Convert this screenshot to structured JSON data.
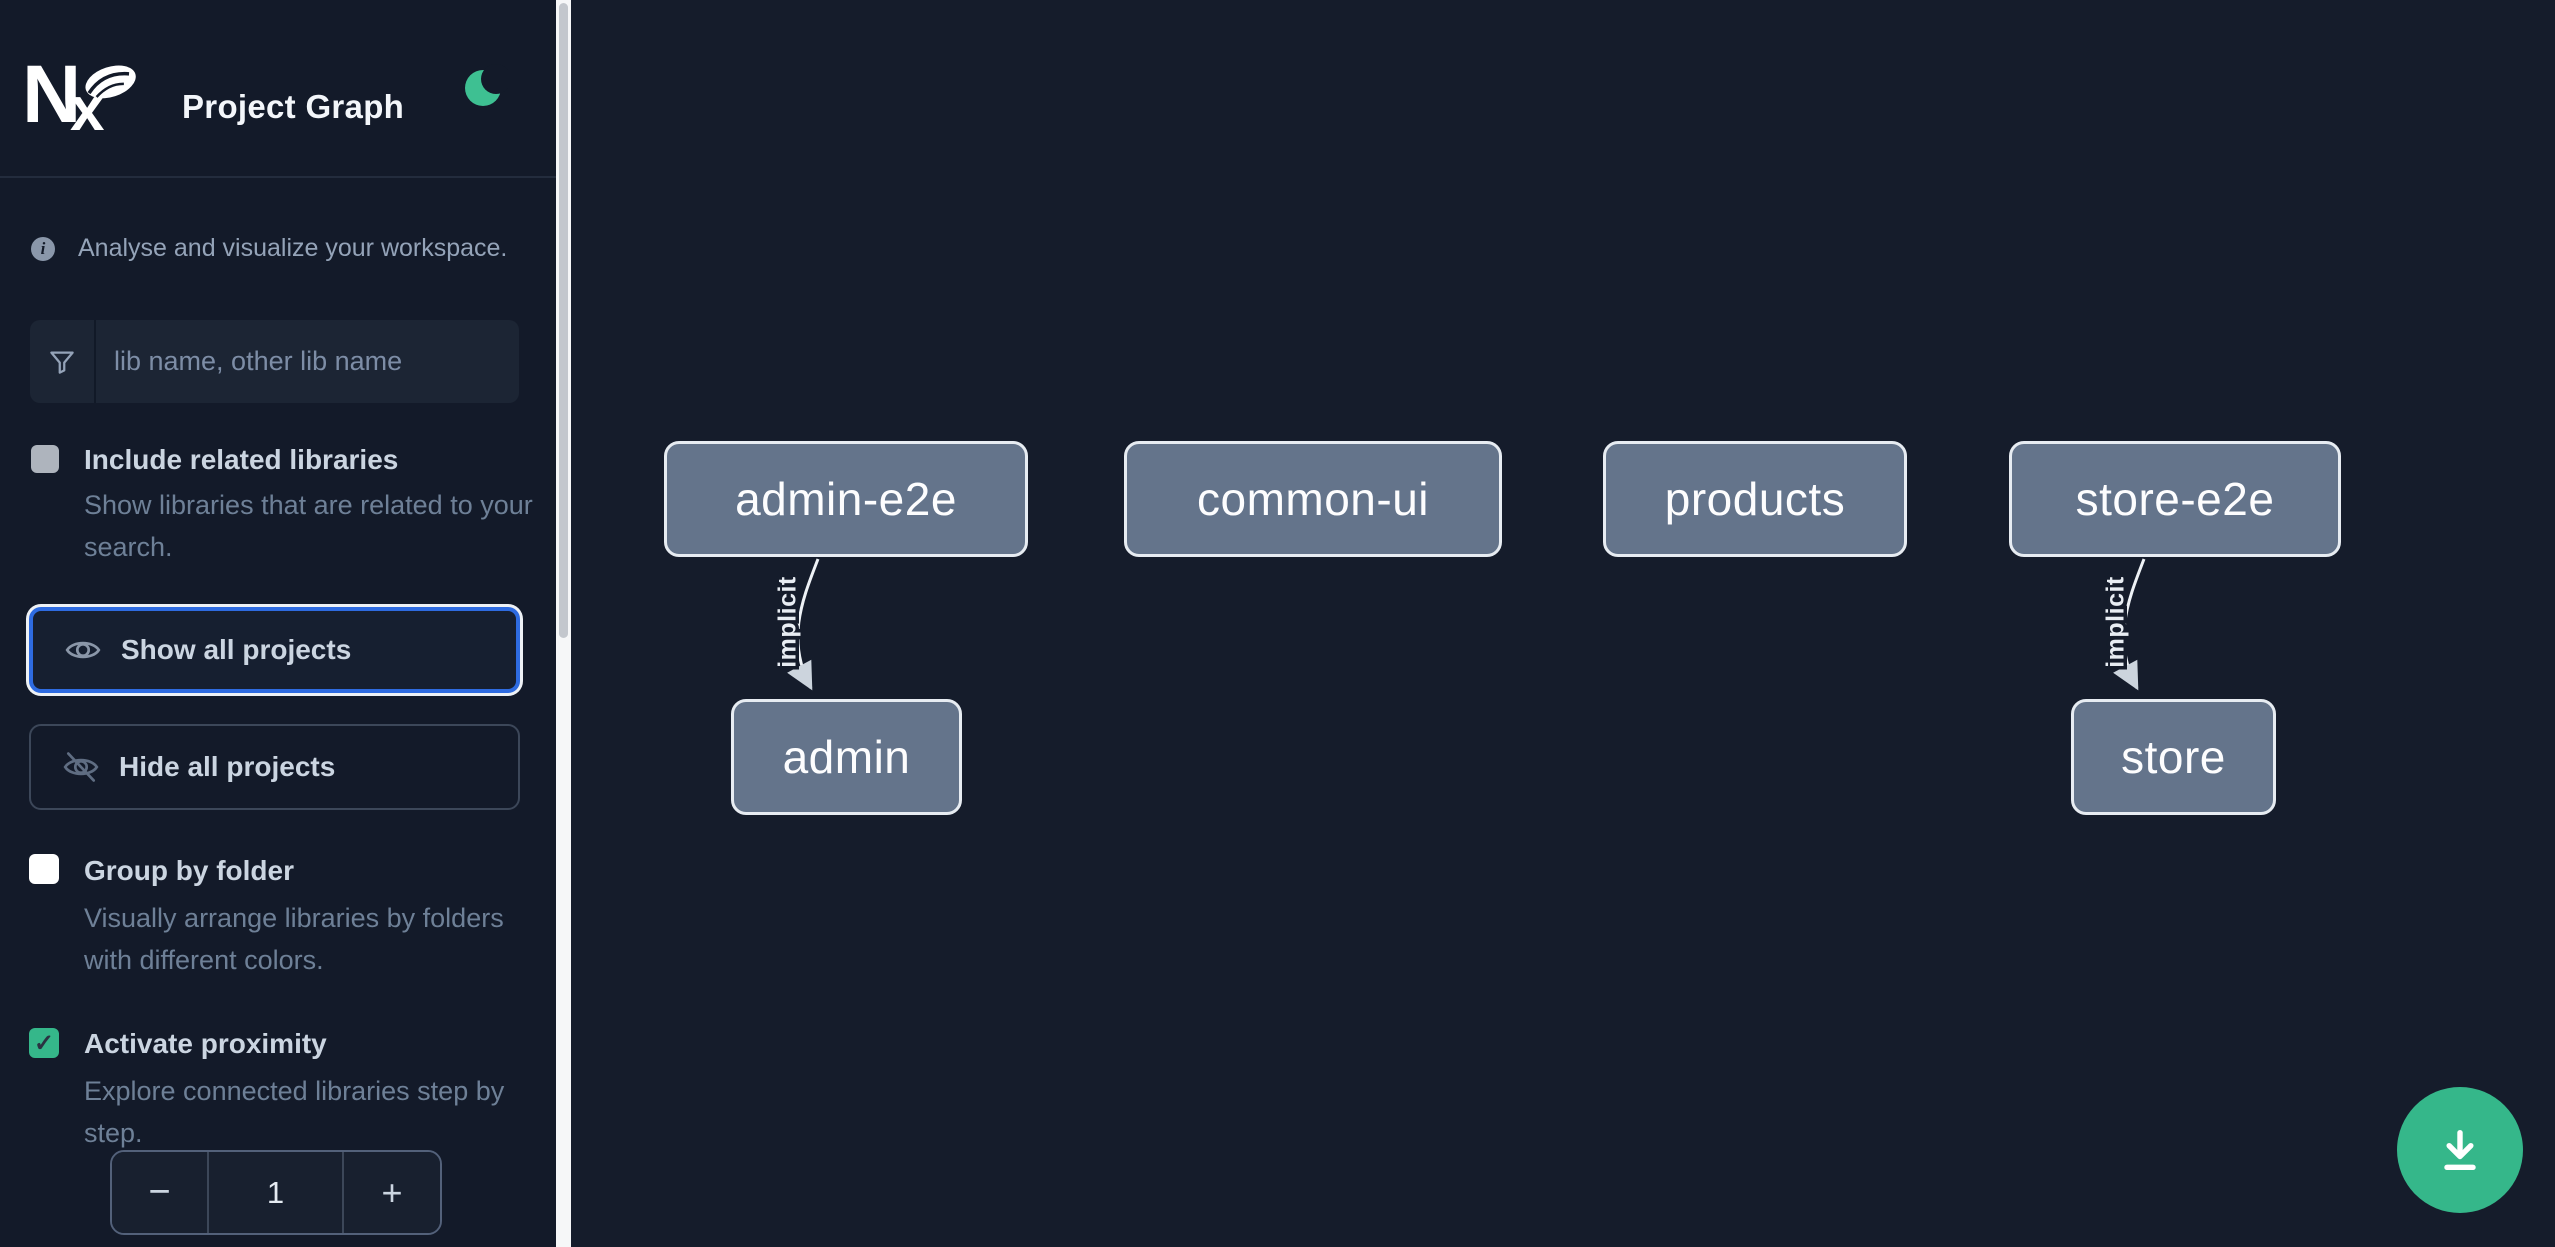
{
  "app": {
    "title": "Project Graph"
  },
  "header": {
    "logo": "Nx",
    "theme_toggle_icon": "moon-icon"
  },
  "sidebar": {
    "tagline": "Analyse and visualize your workspace.",
    "search": {
      "icon": "filter-funnel-icon",
      "placeholder": "lib name, other lib name",
      "value": ""
    },
    "options": [
      {
        "label": "Include related libraries",
        "description": "Show libraries that are related to your search.",
        "checked": false
      },
      {
        "label": "Group by folder",
        "description": "Visually arrange libraries by folders with different colors.",
        "checked": false
      },
      {
        "label": "Activate proximity",
        "description": "Explore connected libraries step by step.",
        "checked": true
      }
    ],
    "actions": [
      {
        "label": "Show all projects",
        "icon": "eye-icon",
        "focused": true
      },
      {
        "label": "Hide all projects",
        "icon": "eye-off-icon",
        "focused": false
      }
    ],
    "proximity_stepper": {
      "decrease": "−",
      "value": "1",
      "increase": "+"
    }
  },
  "graph": {
    "nodes": [
      {
        "id": "admin-e2e",
        "label": "admin-e2e"
      },
      {
        "id": "common-ui",
        "label": "common-ui"
      },
      {
        "id": "products",
        "label": "products"
      },
      {
        "id": "store-e2e",
        "label": "store-e2e"
      },
      {
        "id": "admin",
        "label": "admin"
      },
      {
        "id": "store",
        "label": "store"
      }
    ],
    "edges": [
      {
        "from": "admin-e2e",
        "to": "admin",
        "label": "implicit",
        "type": "implicit"
      },
      {
        "from": "store-e2e",
        "to": "store",
        "label": "implicit",
        "type": "implicit"
      }
    ]
  },
  "fab": {
    "icon": "download-icon"
  },
  "colors": {
    "sidebar_bg": "#131a29",
    "canvas_bg": "#151c2b",
    "accent_green": "#35b78a",
    "moon_green": "#3ec092",
    "focus_blue": "#2e6be0",
    "node_fill": "#64748b",
    "node_border": "#e7ecf2",
    "label_text": "#cbd5e1",
    "muted_text": "#6e8097"
  }
}
